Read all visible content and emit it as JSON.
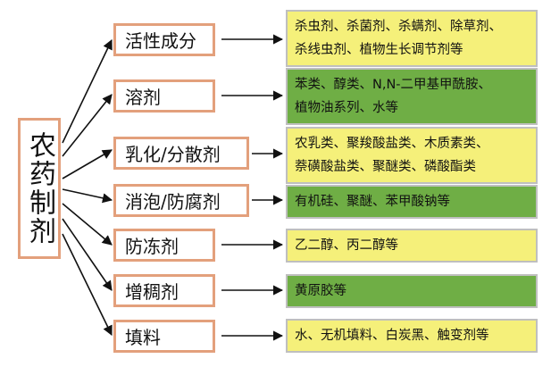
{
  "root": "农药制剂",
  "components": [
    {
      "category": "活性成分",
      "lines": [
        "杀虫剂、杀菌剂、杀螨剂、除草剂、",
        "杀线虫剂、植物生长调节剂等"
      ],
      "color": "#f5f07a"
    },
    {
      "category": "溶剂",
      "lines": [
        "苯类、醇类、N,N-二甲基甲酰胺、",
        "植物油系列、水等"
      ],
      "color": "#6fae45"
    },
    {
      "category": "乳化/分散剂",
      "lines": [
        "农乳类、聚羧酸盐类、木质素类、",
        "萘磺酸盐类、聚醚类、磷酸酯类"
      ],
      "color": "#f5f07a"
    },
    {
      "category": "消泡/防腐剂",
      "lines": [
        "有机硅、聚醚、苯甲酸钠等"
      ],
      "color": "#6fae45"
    },
    {
      "category": "防冻剂",
      "lines": [
        "乙二醇、丙二醇等"
      ],
      "color": "#f5f07a"
    },
    {
      "category": "增稠剂",
      "lines": [
        "黄原胶等"
      ],
      "color": "#6fae45"
    },
    {
      "category": "填料",
      "lines": [
        "水、无机填料、白炭黑、触变剂等"
      ],
      "color": "#f5f07a"
    }
  ]
}
